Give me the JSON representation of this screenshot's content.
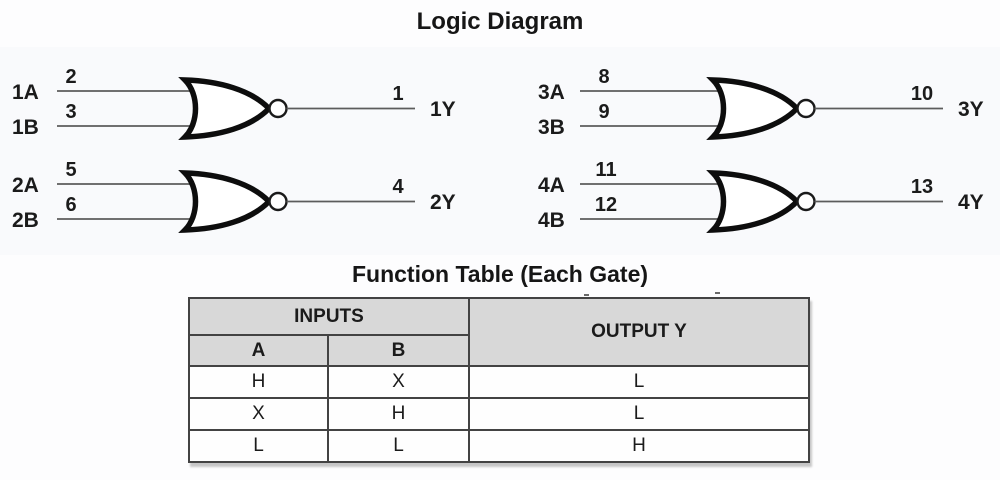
{
  "page": {
    "logic_diagram_title": "Logic Diagram",
    "function_table_title": "Function Table (Each Gate)"
  },
  "diagram": {
    "gate_type": "2-input NOR",
    "gates": [
      {
        "input_a_label": "1A",
        "input_a_pin": "2",
        "input_b_label": "1B",
        "input_b_pin": "3",
        "output_pin": "1",
        "output_label": "1Y"
      },
      {
        "input_a_label": "2A",
        "input_a_pin": "5",
        "input_b_label": "2B",
        "input_b_pin": "6",
        "output_pin": "4",
        "output_label": "2Y"
      },
      {
        "input_a_label": "3A",
        "input_a_pin": "8",
        "input_b_label": "3B",
        "input_b_pin": "9",
        "output_pin": "10",
        "output_label": "3Y"
      },
      {
        "input_a_label": "4A",
        "input_a_pin": "11",
        "input_b_label": "4B",
        "input_b_pin": "12",
        "output_pin": "13",
        "output_label": "4Y"
      }
    ]
  },
  "function_table": {
    "header": {
      "inputs": "INPUTS",
      "col_a": "A",
      "col_b": "B",
      "output": "OUTPUT Y"
    },
    "rows": [
      {
        "a": "H",
        "b": "X",
        "y": "L"
      },
      {
        "a": "X",
        "b": "H",
        "y": "L"
      },
      {
        "a": "L",
        "b": "L",
        "y": "H"
      }
    ]
  },
  "colors": {
    "text": "#1b1b1b",
    "wire": "#5c5c5c",
    "gate_stroke": "#0d0d0d",
    "table_border": "#434343",
    "table_header_bg": "#d8d8d8",
    "background": "#fdfdfe"
  }
}
